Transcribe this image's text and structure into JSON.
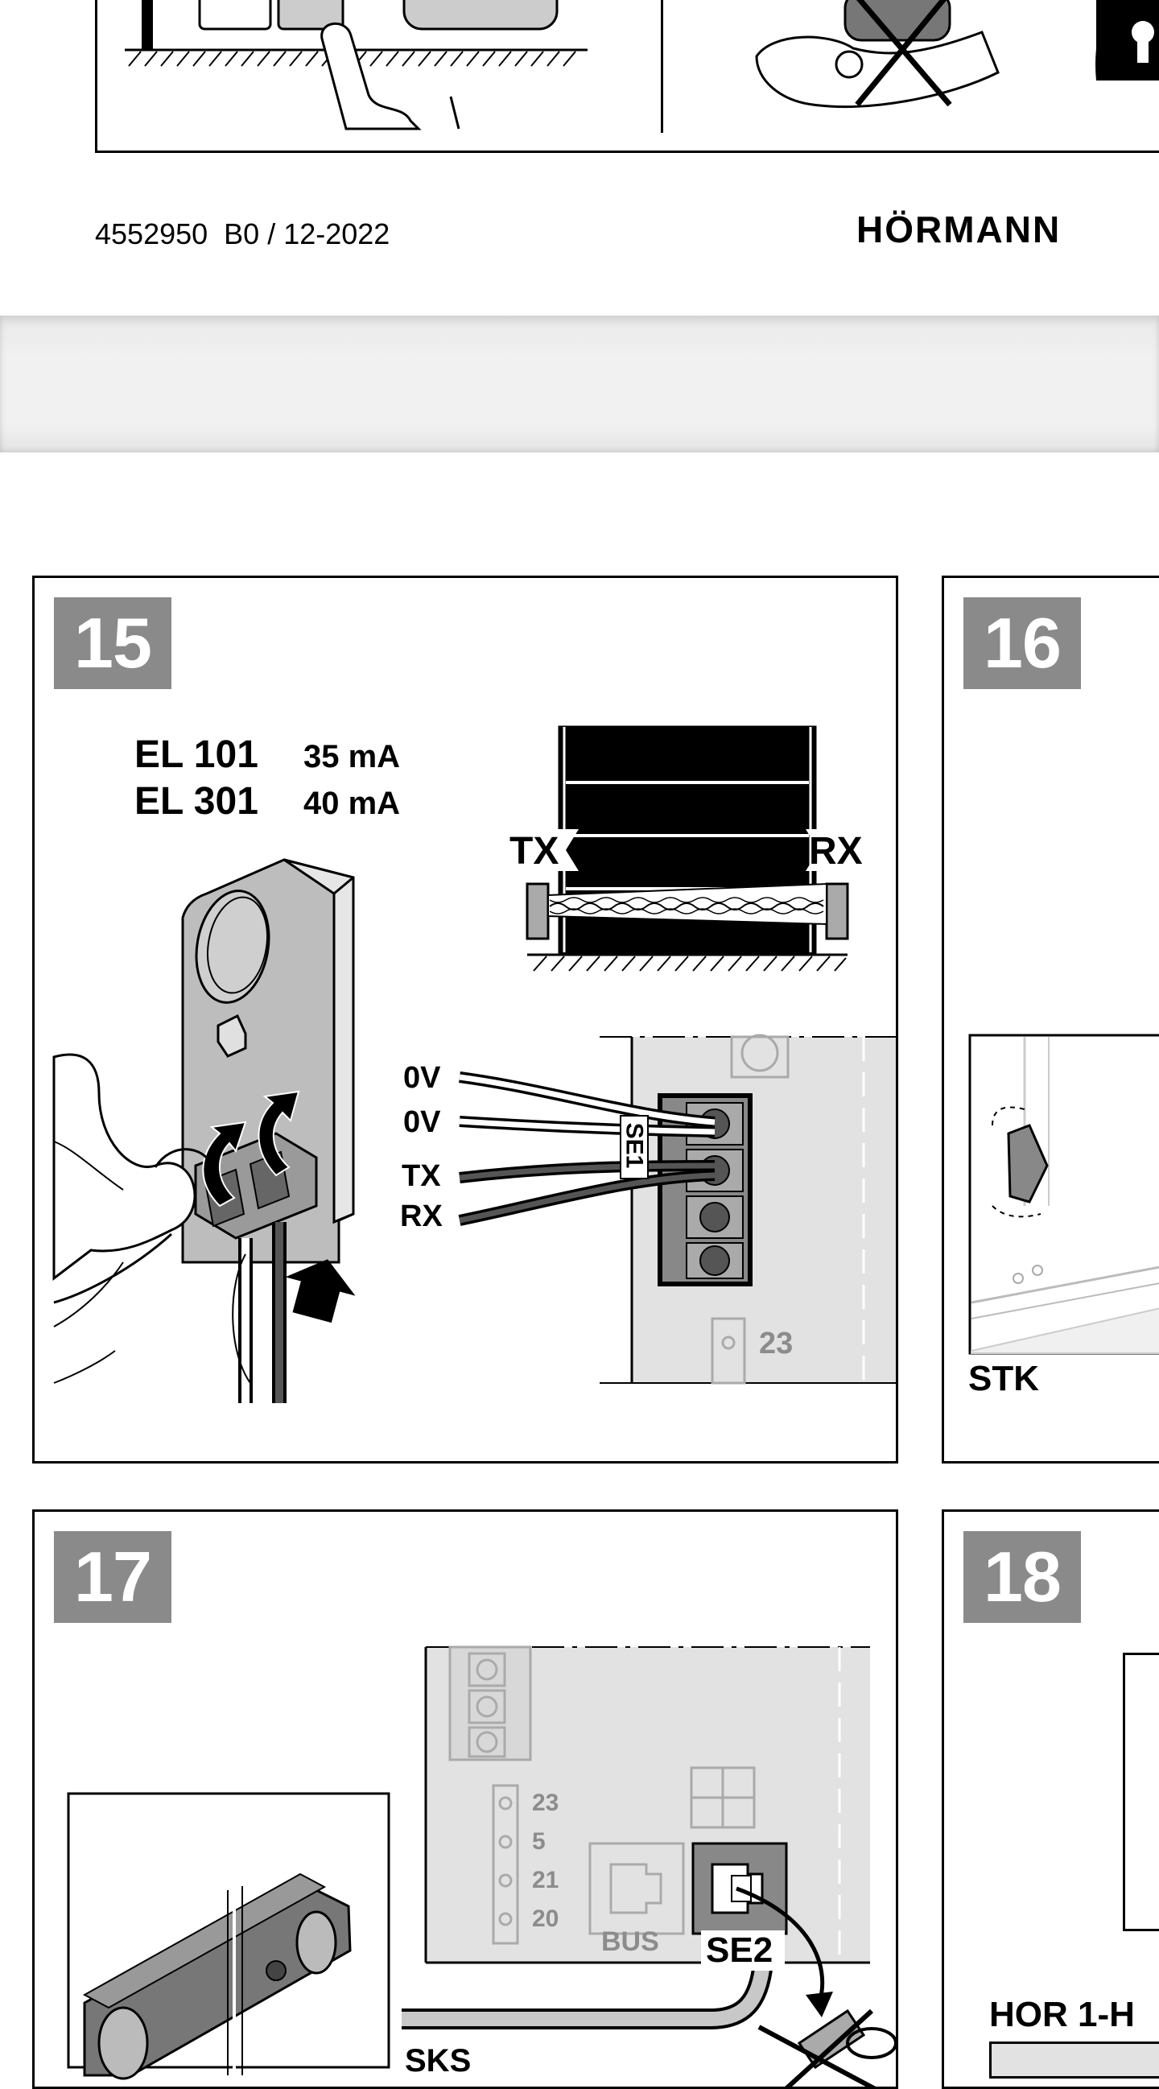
{
  "footer": {
    "doc_number": "4552950  B0 / 12-2022",
    "brand": "HÖRMANN"
  },
  "fig15": {
    "number": "15",
    "models": [
      {
        "name": "EL 101",
        "current": "35 mA"
      },
      {
        "name": "EL 301",
        "current": "40 mA"
      }
    ],
    "tx_label": "TX",
    "rx_label": "RX",
    "wires": [
      "0V",
      "0V",
      "TX",
      "RX"
    ],
    "terminal": "SE1",
    "terminal_number": "23"
  },
  "fig16": {
    "number": "16",
    "label": "STK"
  },
  "fig17": {
    "number": "17",
    "terminals": [
      "23",
      "5",
      "21",
      "20"
    ],
    "bus_label": "BUS",
    "port_label": "SE2",
    "cable_label": "SKS"
  },
  "fig18": {
    "number": "18",
    "label": "HOR 1-H"
  }
}
